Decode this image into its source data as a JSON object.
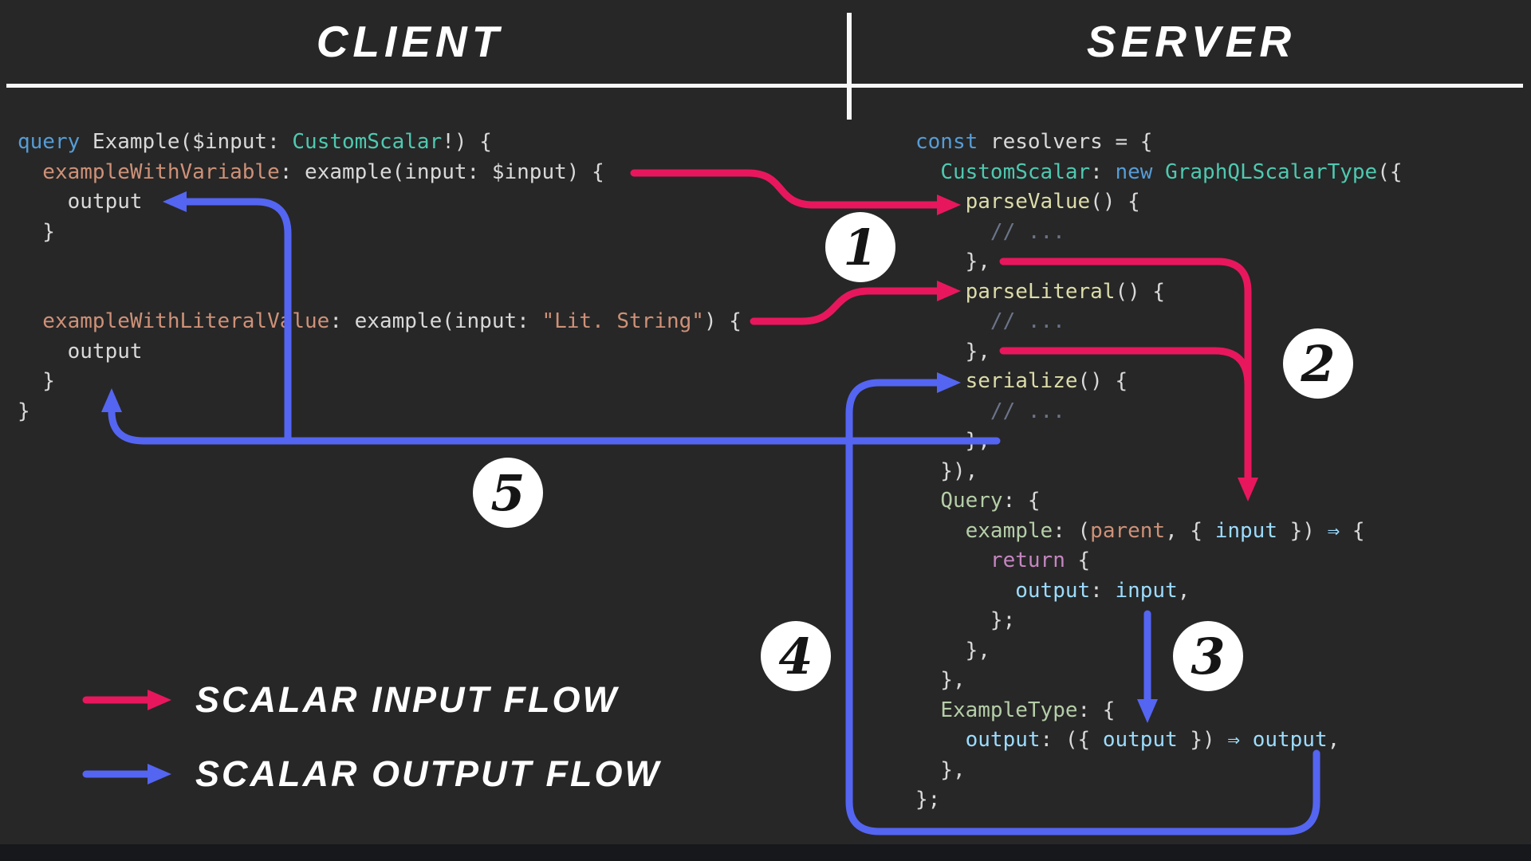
{
  "palette": {
    "bg": "#272727",
    "bottomBar": "#17181c",
    "rule": "#f8f8f8",
    "pink": "#e8175d",
    "blue": "#5465f2",
    "circleBg": "#ffffff",
    "circleText": "#151515",
    "pl": "#d9d9d9",
    "kw": "#569cd6",
    "type": "#4ec9b0",
    "attr": "#ce9178",
    "str": "#ce9178",
    "fn": "#dcdcaa",
    "cm": "#6b7489",
    "key": "#b5cea8",
    "pblue": "#9cdcfe",
    "param": "#ce9178",
    "ret": "#c586c0"
  },
  "header": {
    "client": "CLIENT",
    "server": "SERVER"
  },
  "client_code": {
    "lines": [
      [
        [
          "kw",
          "query"
        ],
        [
          "pl",
          " Example($input: "
        ],
        [
          "type",
          "CustomScalar"
        ],
        [
          "pl",
          "!) {"
        ]
      ],
      [
        [
          "attr",
          "  exampleWithVariable"
        ],
        [
          "pl",
          ": example(input: $input) {"
        ]
      ],
      [
        [
          "pl",
          "    output"
        ]
      ],
      [
        [
          "pl",
          "  }"
        ]
      ],
      [
        [
          "pl",
          ""
        ]
      ],
      [
        [
          "pl",
          ""
        ]
      ],
      [
        [
          "attr",
          "  exampleWithLiteralValue"
        ],
        [
          "pl",
          ": example(input: "
        ],
        [
          "str",
          "\"Lit. String\""
        ],
        [
          "pl",
          ") {"
        ]
      ],
      [
        [
          "pl",
          "    output"
        ]
      ],
      [
        [
          "pl",
          "  }"
        ]
      ],
      [
        [
          "pl",
          "}"
        ]
      ]
    ]
  },
  "server_code": {
    "lines": [
      [
        [
          "kw",
          "const"
        ],
        [
          "pl",
          " resolvers = {"
        ]
      ],
      [
        [
          "pl",
          "  "
        ],
        [
          "type",
          "CustomScalar"
        ],
        [
          "pl",
          ": "
        ],
        [
          "kw",
          "new"
        ],
        [
          "pl",
          " "
        ],
        [
          "type",
          "GraphQLScalarType"
        ],
        [
          "pl",
          "({"
        ]
      ],
      [
        [
          "pl",
          "    "
        ],
        [
          "fn",
          "parseValue"
        ],
        [
          "pl",
          "() {"
        ]
      ],
      [
        [
          "cm",
          "      // ..."
        ]
      ],
      [
        [
          "pl",
          "    },"
        ]
      ],
      [
        [
          "pl",
          "    "
        ],
        [
          "fn",
          "parseLiteral"
        ],
        [
          "pl",
          "() {"
        ]
      ],
      [
        [
          "cm",
          "      // ..."
        ]
      ],
      [
        [
          "pl",
          "    },"
        ]
      ],
      [
        [
          "pl",
          "    "
        ],
        [
          "fn",
          "serialize"
        ],
        [
          "pl",
          "() {"
        ]
      ],
      [
        [
          "cm",
          "      // ..."
        ]
      ],
      [
        [
          "pl",
          "    },"
        ]
      ],
      [
        [
          "pl",
          "  }),"
        ]
      ],
      [
        [
          "pl",
          "  "
        ],
        [
          "key",
          "Query"
        ],
        [
          "pl",
          ": {"
        ]
      ],
      [
        [
          "pl",
          "    "
        ],
        [
          "key",
          "example"
        ],
        [
          "pl",
          ": ("
        ],
        [
          "param",
          "parent"
        ],
        [
          "pl",
          ", { "
        ],
        [
          "pblue",
          "input"
        ],
        [
          "pl",
          " }) "
        ],
        [
          "pblue",
          "⇒"
        ],
        [
          "pl",
          " {"
        ]
      ],
      [
        [
          "pl",
          "      "
        ],
        [
          "ret",
          "return"
        ],
        [
          "pl",
          " {"
        ]
      ],
      [
        [
          "pl",
          "        "
        ],
        [
          "pblue",
          "output"
        ],
        [
          "pl",
          ": "
        ],
        [
          "pblue",
          "input"
        ],
        [
          "pl",
          ","
        ]
      ],
      [
        [
          "pl",
          "      };"
        ]
      ],
      [
        [
          "pl",
          "    },"
        ]
      ],
      [
        [
          "pl",
          "  },"
        ]
      ],
      [
        [
          "pl",
          "  "
        ],
        [
          "key",
          "ExampleType"
        ],
        [
          "pl",
          ": {"
        ]
      ],
      [
        [
          "pl",
          "    "
        ],
        [
          "pblue",
          "output"
        ],
        [
          "pl",
          ": ({ "
        ],
        [
          "pblue",
          "output"
        ],
        [
          "pl",
          " }) "
        ],
        [
          "pblue",
          "⇒"
        ],
        [
          "pl",
          " "
        ],
        [
          "pblue",
          "output"
        ],
        [
          "pl",
          ","
        ]
      ],
      [
        [
          "pl",
          "  },"
        ]
      ],
      [
        [
          "pl",
          "};"
        ]
      ]
    ]
  },
  "badges": [
    {
      "label": "1"
    },
    {
      "label": "2"
    },
    {
      "label": "3"
    },
    {
      "label": "4"
    },
    {
      "label": "5"
    }
  ],
  "legend": {
    "input": {
      "label": "SCALAR INPUT FLOW"
    },
    "output": {
      "label": "SCALAR OUTPUT FLOW"
    }
  }
}
